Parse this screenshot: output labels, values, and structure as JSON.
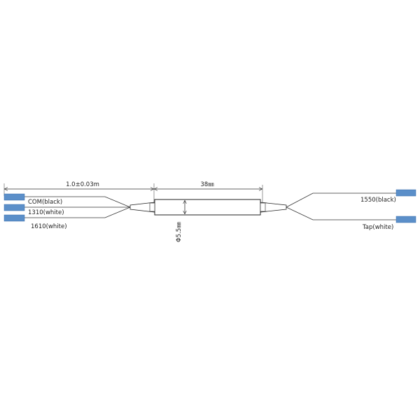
{
  "dimensions": {
    "cable_length": "1.0±0.03m",
    "body_length": "38㎜",
    "body_diameter": "Φ5.5㎜"
  },
  "ports_left": [
    {
      "label": "COM(black)"
    },
    {
      "label": "1310(white)"
    },
    {
      "label": "1610(white)"
    }
  ],
  "ports_right": [
    {
      "label": "1550(black)"
    },
    {
      "label": "Tap(white)"
    }
  ],
  "colors": {
    "connector": "#5b8fc9",
    "line": "#333333"
  }
}
